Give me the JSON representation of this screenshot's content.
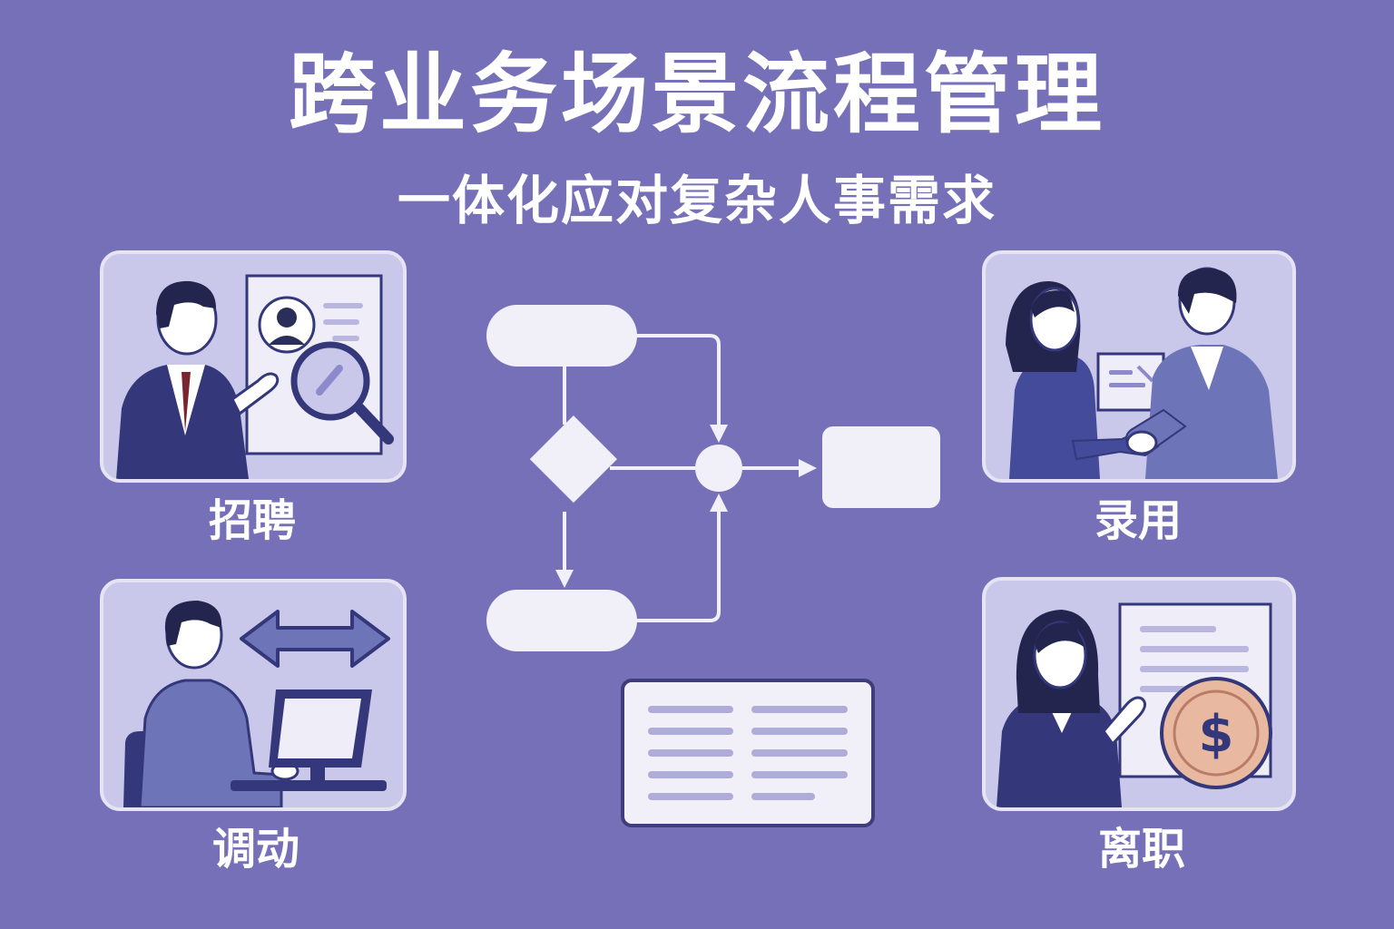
{
  "header": {
    "title": "跨业务场景流程管理",
    "subtitle": "一体化应对复杂人事需求"
  },
  "scenarios": [
    {
      "id": "recruit",
      "label": "招聘"
    },
    {
      "id": "hire",
      "label": "录用"
    },
    {
      "id": "transfer",
      "label": "调动"
    },
    {
      "id": "exit",
      "label": "离职"
    }
  ],
  "colors": {
    "background": "#7670b8",
    "card_fill": "#c9c8ea",
    "card_border": "#e6e4f4",
    "navy": "#34387a",
    "mid_blue": "#6e74b8",
    "flow_white": "#f1f0f9",
    "coin": "#e8b9a0"
  },
  "icons": {
    "recruit": [
      "person-icon",
      "resume-icon",
      "magnifier-icon"
    ],
    "hire": [
      "handshake-icon",
      "contract-icon"
    ],
    "transfer": [
      "double-arrow-icon",
      "computer-icon"
    ],
    "exit": [
      "document-icon",
      "dollar-coin-icon"
    ]
  }
}
